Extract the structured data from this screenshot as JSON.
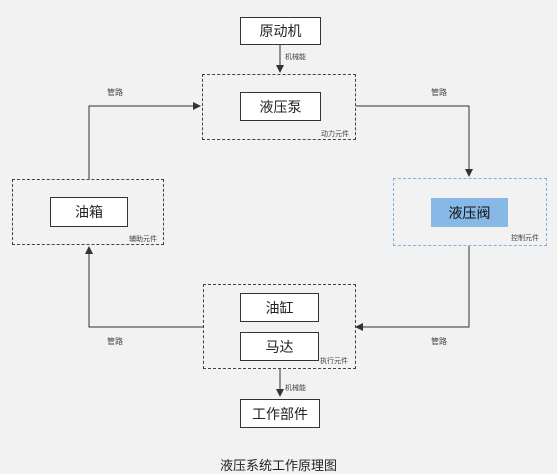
{
  "nodes": {
    "prime_mover": "原动机",
    "pump": "液压泵",
    "valve": "液压阀",
    "tank": "油箱",
    "cylinder": "油缸",
    "motor": "马达",
    "work_part": "工作部件"
  },
  "groups": {
    "power": "动力元件",
    "control": "控制元件",
    "auxiliary": "辅助元件",
    "actuator": "执行元件"
  },
  "links": {
    "mech_top": "机械能",
    "mech_bottom": "机械能",
    "pipe_top_left": "管路",
    "pipe_top_right": "管路",
    "pipe_bottom_left": "管路",
    "pipe_bottom_right": "管路"
  },
  "title": "液压系统工作原理图",
  "colors": {
    "valve_fill": "#87b8e6",
    "valve_group_border": "#7fb2e0",
    "background": "#f2f2f2"
  }
}
